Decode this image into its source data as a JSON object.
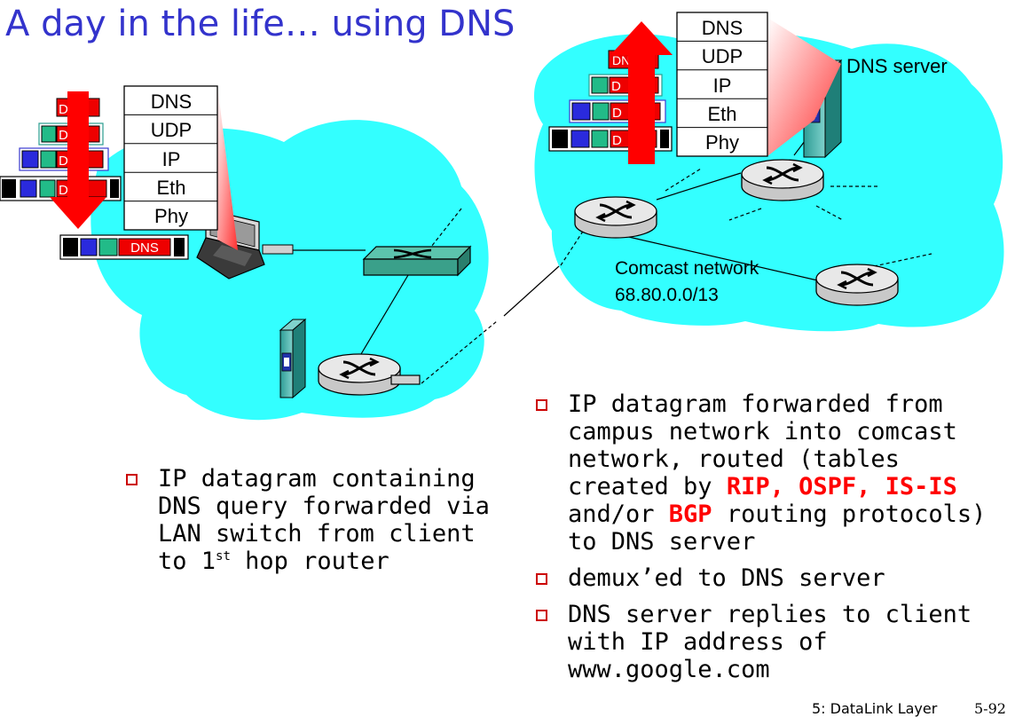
{
  "title": "A day in the life… using DNS",
  "left_stack": [
    "DNS",
    "UDP",
    "IP",
    "Eth",
    "Phy"
  ],
  "right_stack": [
    "DNS",
    "UDP",
    "IP",
    "Eth",
    "Phy"
  ],
  "dns_tag": "DNS",
  "frame_tag_short": "D",
  "dns_server_label": "DNS server",
  "network_name": "Comcast network",
  "network_prefix": "68.80.0.0/13",
  "left_bullets": [
    {
      "pre": "IP datagram containing DNS query forwarded via LAN switch from client to 1",
      "sup": "st",
      "post": " hop router"
    }
  ],
  "right_bullets": [
    {
      "text1": "IP datagram forwarded from campus network into comcast network, routed (tables created by ",
      "red1": "RIP, OSPF, IS-IS",
      "text2": " and/or ",
      "red2": "BGP",
      "text3": " routing protocols) to DNS server"
    },
    {
      "text": "demux’ed to DNS server"
    },
    {
      "text": "DNS server replies to client with IP address of www.google.com"
    }
  ],
  "footer": "5: DataLink Layer",
  "page_number": "5-92",
  "colors": {
    "cloud": "#33ffff",
    "arrow": "#ff0000",
    "title": "#3333cc",
    "bullet_box": "#cc0000",
    "switch": "#3aa08a"
  }
}
